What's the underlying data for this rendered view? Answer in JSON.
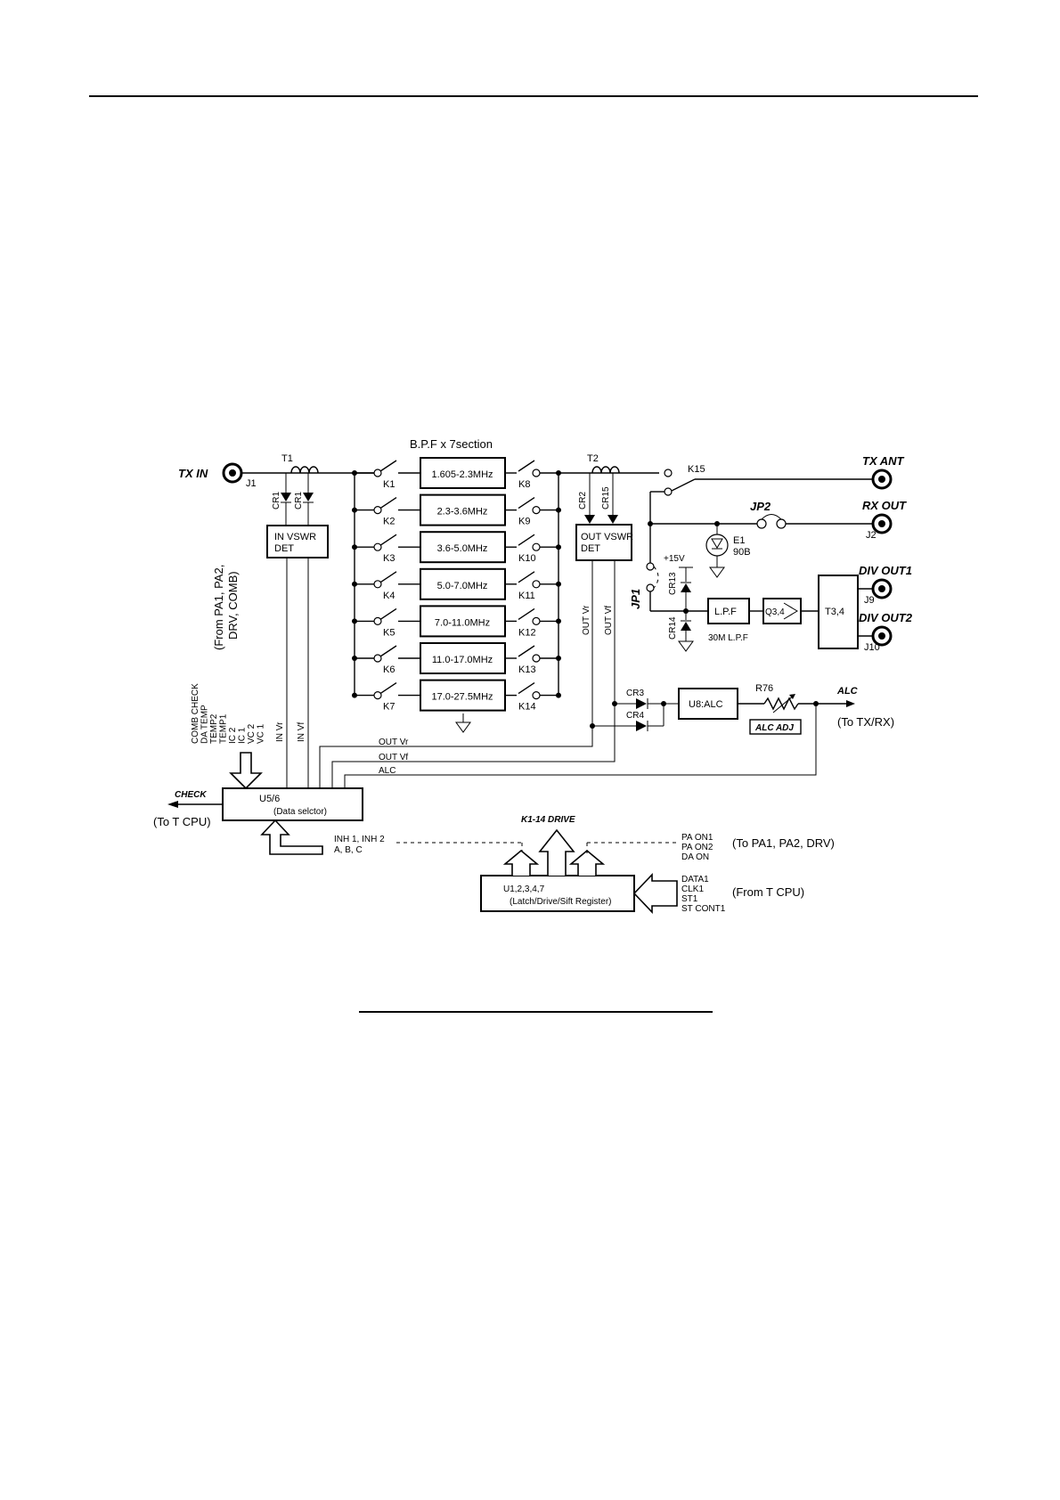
{
  "diagram": {
    "bpf_title": "B.P.F x 7section",
    "bpf": [
      "1.605-2.3MHz",
      "2.3-3.6MHz",
      "3.6-5.0MHz",
      "5.0-7.0MHz",
      "7.0-11.0MHz",
      "11.0-17.0MHz",
      "17.0-27.5MHz"
    ],
    "relays_in": [
      "K1",
      "K2",
      "K3",
      "K4",
      "K5",
      "K6",
      "K7"
    ],
    "relays_out": [
      "K8",
      "K9",
      "K10",
      "K11",
      "K12",
      "K13",
      "K14"
    ],
    "io": {
      "tx_in": "TX IN",
      "tx_ant": "TX ANT",
      "rx_out": "RX OUT",
      "div_out1": "DIV OUT1",
      "div_out2": "DIV OUT2",
      "alc": "ALC",
      "check": "CHECK",
      "k_drive": "K1-14 DRIVE"
    },
    "connectors": {
      "j1": "J1",
      "j2": "J2",
      "j9": "J9",
      "j10": "J10"
    },
    "components": {
      "t1": "T1",
      "t2": "T2",
      "t34": "T3,4",
      "cr1a": "CR1",
      "cr1b": "CR1",
      "cr2": "CR2",
      "cr15": "CR15",
      "cr3": "CR3",
      "cr4": "CR4",
      "cr13": "CR13",
      "cr14": "CR14",
      "k15": "K15",
      "jp1": "JP1",
      "jp2": "JP2",
      "e1": "E1",
      "e1_val": "90B",
      "plus15v": "+15V",
      "lpf": "L.P.F",
      "lpf_sub": "30M L.P.F",
      "q34": "Q3,4",
      "r76": "R76",
      "alc_adj": "ALC ADJ"
    },
    "blocks": {
      "in_vswr_1": "IN VSWR",
      "in_vswr_2": "DET",
      "out_vswr_1": "OUT VSWR",
      "out_vswr_2": "DET",
      "u8": "U8:ALC",
      "u56_1": "U5/6",
      "u56_2": "(Data selctor)",
      "u1_1": "U1,2,3,4,7",
      "u1_2": "(Latch/Drive/Sift Register)"
    },
    "signals": {
      "in_vr": "IN Vr",
      "in_vf": "IN Vf",
      "out_vr_v": "OUT Vr",
      "out_vf_v": "OUT Vf",
      "out_vr_h": "OUT Vr",
      "out_vf_h": "OUT Vf",
      "alc_h": "ALC",
      "inh": "INH 1, INH 2",
      "abc": "A, B, C"
    },
    "checks": [
      "COMB CHECK",
      "DA TEMP",
      "TEMP2",
      "TEMP1",
      "IC 2",
      "IC 1",
      "VC 2",
      "VC 1"
    ],
    "from_pa_1": "(From PA1, PA2,",
    "from_pa_2": "DRV, COMB)",
    "pa_outputs": [
      "PA ON1",
      "PA ON2",
      "DA ON"
    ],
    "to_pa": "(To PA1, PA2, DRV)",
    "cpu_inputs": [
      "DATA1",
      "CLK1",
      "ST1",
      "ST CONT1"
    ],
    "from_cpu": "(From T CPU)",
    "to_cpu": "(To T CPU)",
    "to_txrx": "(To TX/RX)"
  }
}
